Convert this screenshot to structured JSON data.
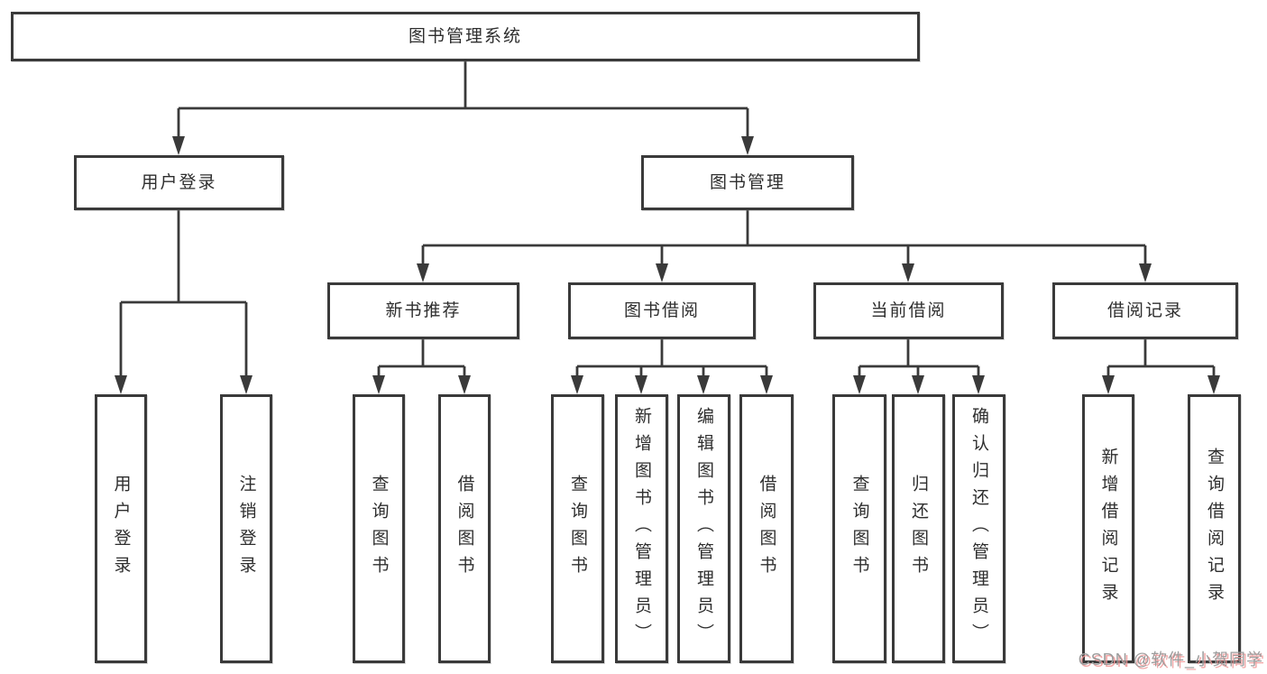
{
  "diagram": {
    "title": "图书管理系统",
    "level2": [
      {
        "label": "用户登录"
      },
      {
        "label": "图书管理"
      }
    ],
    "level3": [
      {
        "label": "新书推荐"
      },
      {
        "label": "图书借阅"
      },
      {
        "label": "当前借阅"
      },
      {
        "label": "借阅记录"
      }
    ],
    "level4": {
      "user_login": [
        "用户登录",
        "注销登录"
      ],
      "new_book": [
        "查询图书",
        "借阅图书"
      ],
      "book_borrow": [
        "查询图书",
        "新增图书（管理员）",
        "编辑图书（管理员）",
        "借阅图书"
      ],
      "current_borrow": [
        "查询图书",
        "归还图书",
        "确认归还（管理员）"
      ],
      "borrow_record": [
        "新增借阅记录",
        "查询借阅记录"
      ]
    }
  },
  "watermark": {
    "text": "CSDN @软件_小贺同学"
  },
  "colors": {
    "background": "#ffffff",
    "line": "#3a3a3a",
    "box_border": "#3a3a3a",
    "text": "#2e2e2e",
    "watermark_text": "#9c9c9c",
    "watermark_shadow": "#f09696"
  }
}
